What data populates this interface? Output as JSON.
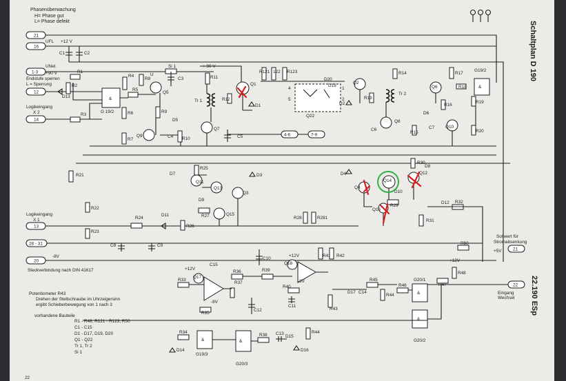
{
  "header": {
    "line1": "Phasenüberwachung",
    "line2": "H= Phase gut",
    "line3": "L= Phase defekt"
  },
  "side_title": "Schaltplan D 190",
  "side_code": "22.190 ESp",
  "terminals": [
    {
      "id": "21",
      "label": "21"
    },
    {
      "id": "16",
      "label": "16",
      "note": "UFL"
    },
    {
      "id": "1-3",
      "label": "1-3",
      "note": "UNet"
    },
    {
      "id": "12",
      "label": "12",
      "note": "Endstufe sperren  L = Sperrung"
    },
    {
      "id": "14",
      "label": "14",
      "note": "Logikeingang  X2"
    },
    {
      "id": "13",
      "label": "13",
      "note": "Logikeingang  X1"
    },
    {
      "id": "28-31",
      "label": "28 - 31"
    },
    {
      "id": "20",
      "label": "20",
      "note": "-8V"
    },
    {
      "id": "4-6",
      "label": "4-6"
    },
    {
      "id": "7-9",
      "label": "7-9"
    },
    {
      "id": "21r",
      "label": "21",
      "note": "Sollwert für Stromabsenkung"
    },
    {
      "id": "22",
      "label": "22",
      "note": "Eingang Wechsel"
    }
  ],
  "voltages": {
    "v12": "+12 V",
    "v90": "+ 90 V",
    "v90b": "+90 V",
    "v8": "-8V",
    "v12b": "+12V",
    "v12c": "+12V",
    "v5": "+5V"
  },
  "components": {
    "resistors": [
      "R1",
      "R2",
      "R3",
      "R4",
      "R5",
      "R6",
      "R7",
      "R8",
      "R9",
      "R10",
      "R11",
      "R12",
      "R13",
      "R14",
      "R15",
      "R16",
      "R17",
      "R18",
      "R19",
      "R20",
      "R21",
      "R22",
      "R23",
      "R24",
      "R25",
      "R26",
      "R27",
      "R28",
      "R29",
      "R30",
      "R31",
      "R32",
      "R33",
      "R34",
      "R35",
      "R36",
      "R37",
      "R38",
      "R39",
      "R40",
      "R41",
      "R42",
      "R43",
      "R44",
      "R45",
      "R46",
      "R47",
      "R48",
      "R50",
      "R121",
      "R122",
      "R123",
      "R281"
    ],
    "capacitors": [
      "C1",
      "C2",
      "C3",
      "C4",
      "C5",
      "C6",
      "C7",
      "C8",
      "C9",
      "C10",
      "C11",
      "C12",
      "C13",
      "C14",
      "C15"
    ],
    "transistors": [
      "Q1",
      "Q2",
      "Q3",
      "Q4",
      "Q5",
      "Q6",
      "Q7",
      "Q8",
      "Q9",
      "Q10",
      "Q11",
      "Q12",
      "Q13",
      "Q14",
      "Q15",
      "Q16",
      "Q17",
      "Q18",
      "Q22"
    ],
    "diodes": [
      "D1",
      "D2",
      "D3",
      "D4",
      "D5",
      "D6",
      "D7",
      "D8",
      "D9",
      "D10",
      "D11",
      "D12",
      "D13",
      "D14",
      "D15",
      "D16",
      "D17",
      "D19",
      "D20"
    ],
    "ics": [
      "G19/2",
      "G19/3",
      "G20/1",
      "G20/2",
      "G20/3"
    ],
    "transformers": [
      "Tr 1",
      "Tr 2"
    ],
    "fuse": "Si 1"
  },
  "notes": {
    "connector": "Steckverbindung nach DIN 41617",
    "poti1": "Potentiometer R43",
    "poti2": "Drehen der Stellschraube im Uhrzeigersinn",
    "poti3": "ergibt Schieberbewegung von 1 nach 3",
    "parts_title": "vorhandene Bauteile",
    "parts1": "R1 - R48, R121 - R123, R50",
    "parts2": "C1 - C15",
    "parts3": "D1 - D17, D19, D20",
    "parts4": "Q1 - Q22",
    "parts5": "Tr 1, Tr 2",
    "parts6": "Si 1"
  },
  "page_number": "22",
  "annotation_colors": {
    "red": "#d71e1e",
    "green": "#2fb24a"
  }
}
